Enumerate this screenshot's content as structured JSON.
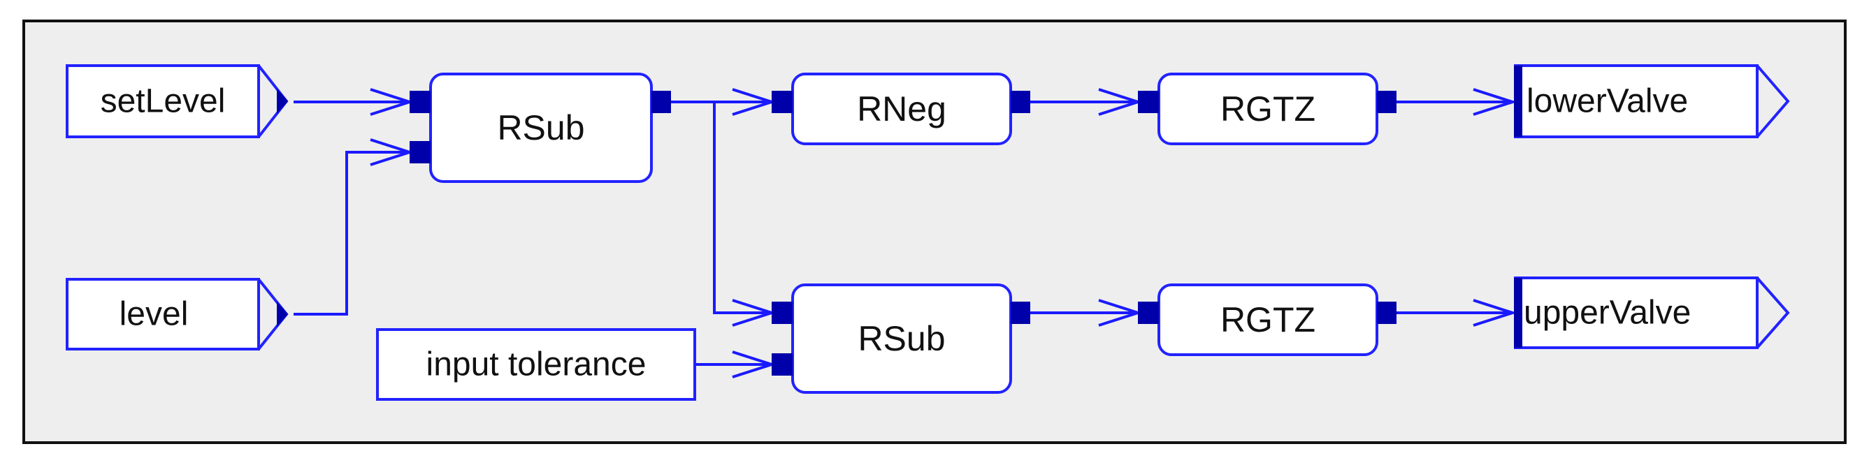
{
  "diagram": {
    "colors": {
      "canvas_bg": "#eeeeee",
      "frame": "#111111",
      "node_stroke": "#2222ff",
      "node_fill": "#ffffff",
      "port_fill": "#0000aa",
      "wire": "#1a1aff",
      "text": "#111111"
    },
    "inputs": {
      "set_level": "setLevel",
      "level": "level",
      "tolerance": "input tolerance"
    },
    "blocks": {
      "rsub_top": "RSub",
      "rneg": "RNeg",
      "rgtz_top": "RGTZ",
      "rsub_bottom": "RSub",
      "rgtz_bottom": "RGTZ"
    },
    "outputs": {
      "lower_valve": "lowerValve",
      "upper_valve": "upperValve"
    },
    "connections": [
      [
        "setLevel",
        "RSub (top) input 1"
      ],
      [
        "level",
        "RSub (top) input 2"
      ],
      [
        "RSub (top)",
        "RNeg"
      ],
      [
        "RSub (top)",
        "RSub (bottom) input 1"
      ],
      [
        "input tolerance",
        "RSub (bottom) input 2"
      ],
      [
        "RNeg",
        "RGTZ (top)"
      ],
      [
        "RGTZ (top)",
        "lowerValve"
      ],
      [
        "RSub (bottom)",
        "RGTZ (bottom)"
      ],
      [
        "RGTZ (bottom)",
        "upperValve"
      ]
    ]
  }
}
